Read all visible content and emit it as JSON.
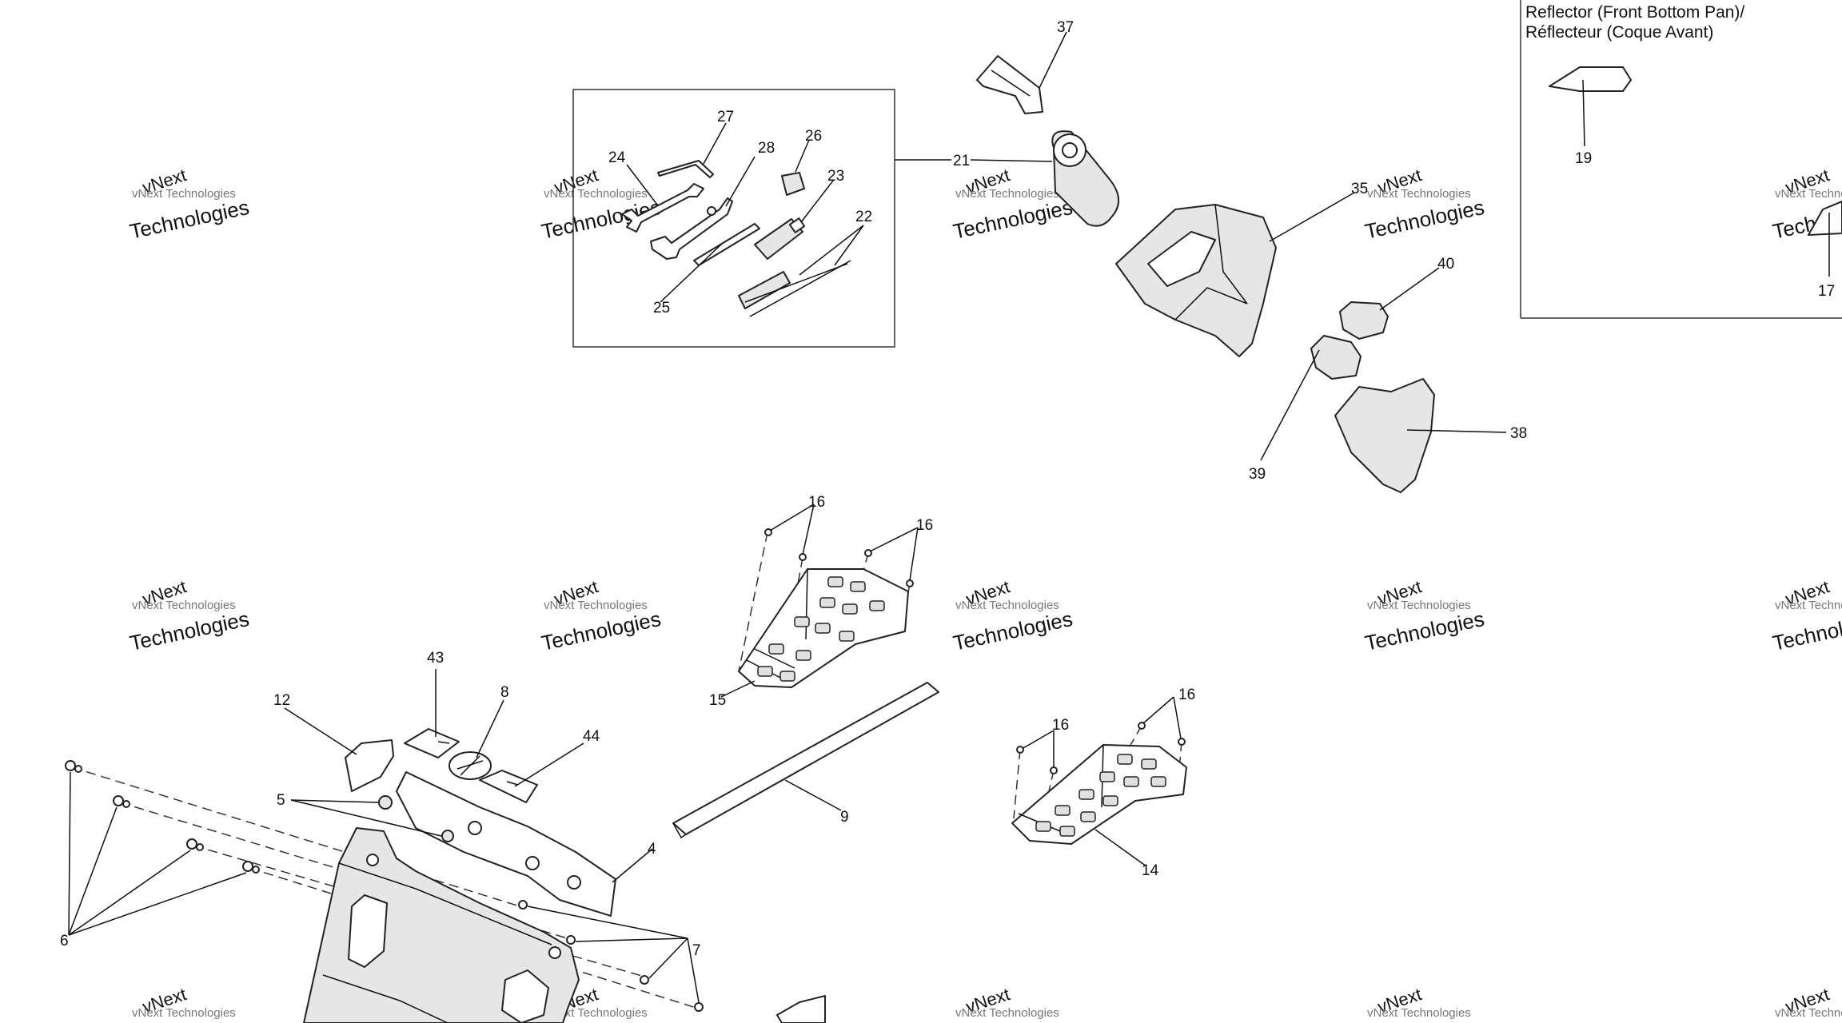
{
  "watermark": {
    "line1": "vNext Technologies",
    "line2": "Technologies",
    "small": "vNext"
  },
  "inset": {
    "title_line1": "Reflector (Front Bottom Pan)/",
    "title_line2": "Réflecteur (Coque Avant)"
  },
  "callouts": {
    "n4": "4",
    "n5": "5",
    "n6": "6",
    "n7": "7",
    "n8": "8",
    "n9": "9",
    "n12": "12",
    "n14": "14",
    "n15": "15",
    "n16a": "16",
    "n16b": "16",
    "n16c": "16",
    "n16d": "16",
    "n17": "17",
    "n19": "19",
    "n21": "21",
    "n22": "22",
    "n23": "23",
    "n24": "24",
    "n25": "25",
    "n26": "26",
    "n27": "27",
    "n28": "28",
    "n35": "35",
    "n37": "37",
    "n38": "38",
    "n39": "39",
    "n40": "40",
    "n43": "43",
    "n44": "44"
  }
}
